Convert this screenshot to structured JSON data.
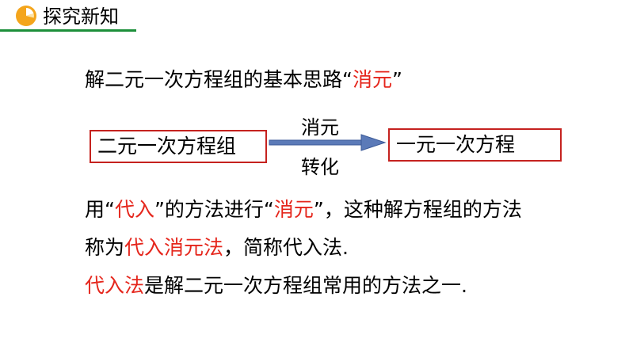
{
  "header": {
    "title": "探究新知"
  },
  "intro": {
    "text_a": "解二元一次方程组的基本思路“",
    "highlight": "消元",
    "text_b": "”"
  },
  "diagram": {
    "left_box": "二元一次方程组",
    "arrow_top": "消元",
    "arrow_bottom": "转化",
    "right_box": "一元一次方程"
  },
  "paragraph1": {
    "t1": "用“",
    "r1": "代入",
    "t2": "”的方法进行“",
    "r2": "消元",
    "t3": "”，这种解方程组的方法"
  },
  "paragraph2": {
    "t1": "称为",
    "r1": "代入消元法",
    "t2": "，简称代入法."
  },
  "paragraph3": {
    "r1": "代入法",
    "t1": "是解二元一次方程组常用的方法之一."
  },
  "colors": {
    "accent_red": "#e5261c",
    "box_border": "#c5221f",
    "header_rule": "#1c8f3a",
    "header_icon": "#f4a51c",
    "arrow": "#5b7ab8"
  }
}
